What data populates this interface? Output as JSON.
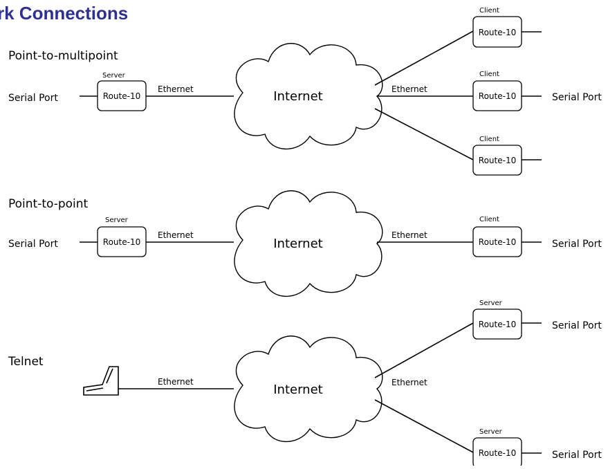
{
  "title": "rk Connections",
  "labels": {
    "serial_port": "Serial Port",
    "ethernet": "Ethernet",
    "internet": "Internet",
    "device": "Route-10",
    "server": "Server",
    "client": "Client"
  },
  "sections": {
    "p2mp": "Point-to-multipoint",
    "p2p": "Point-to-point",
    "telnet": "Telnet"
  }
}
